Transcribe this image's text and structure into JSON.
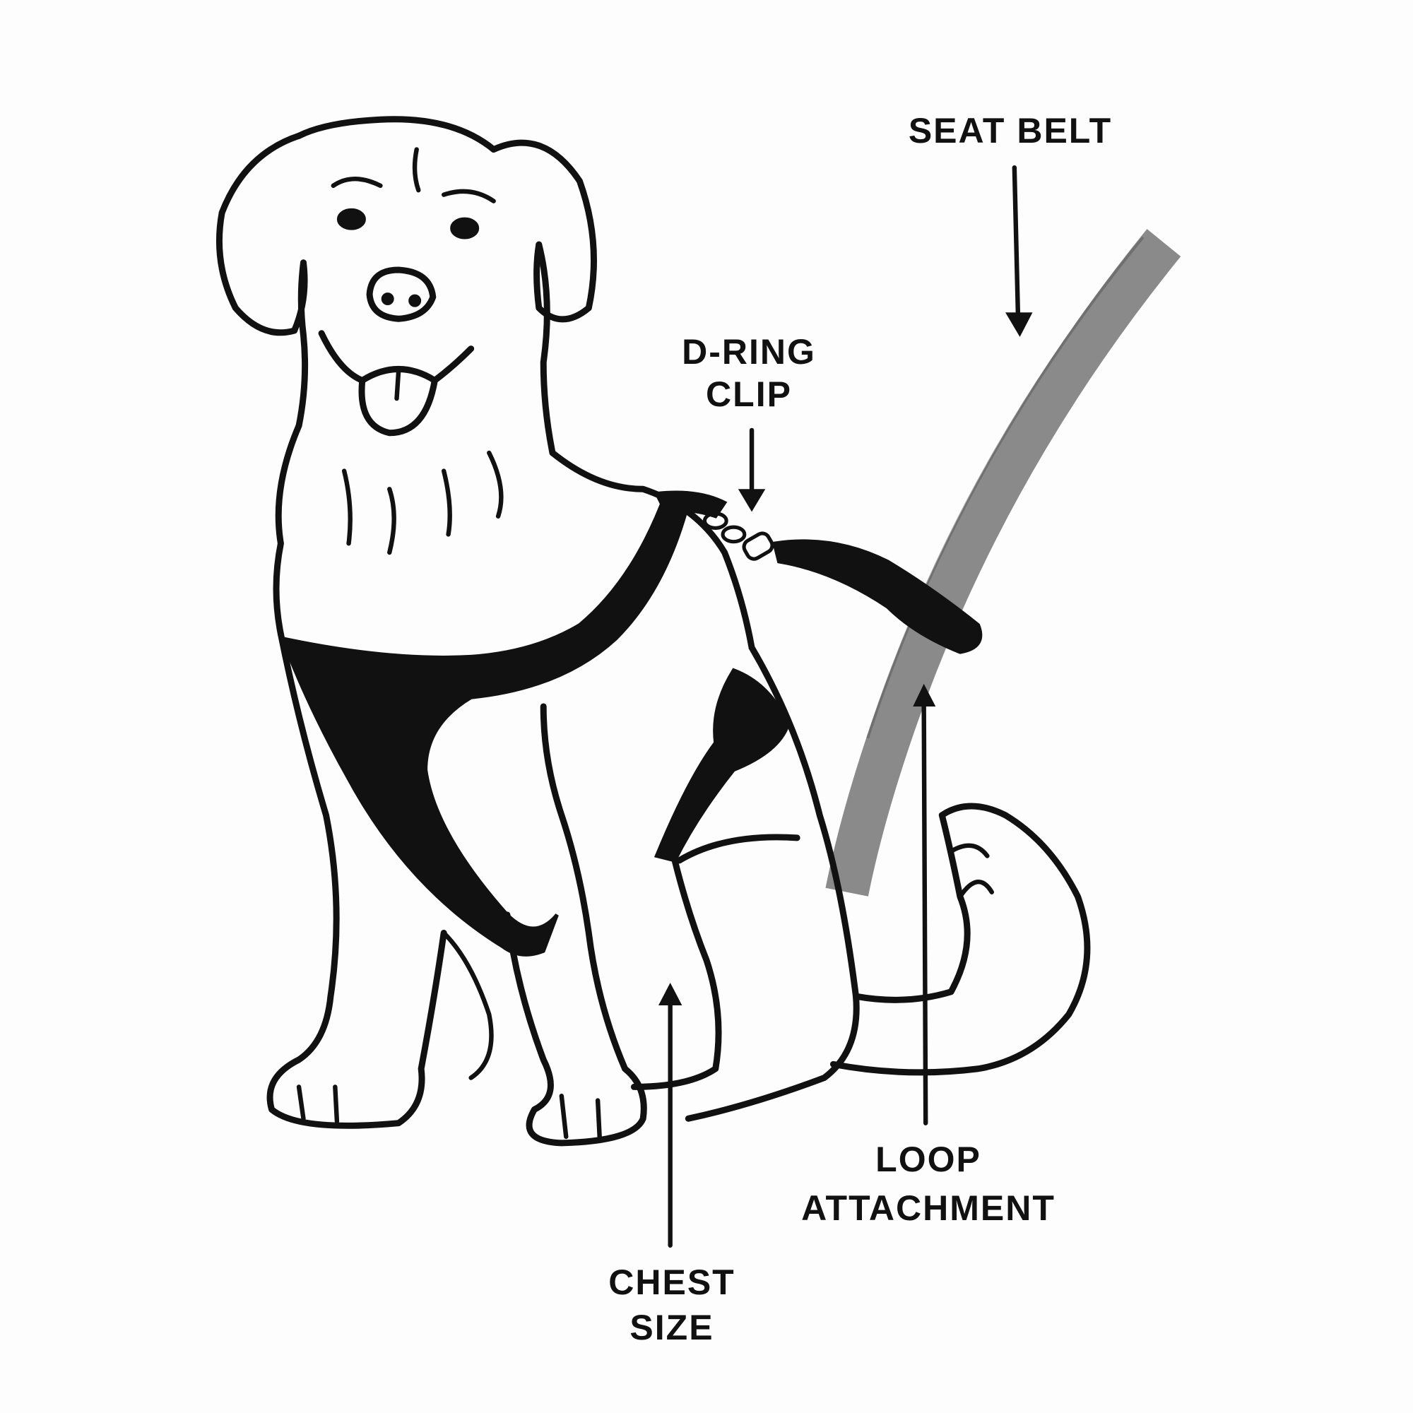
{
  "diagram": {
    "subject": "dog-seat-belt-harness",
    "labels": {
      "seat_belt": "SEAT BELT",
      "d_ring_line1": "D-RING",
      "d_ring_line2": "CLIP",
      "loop_line1": "LOOP",
      "loop_line2": "ATTACHMENT",
      "chest_line1": "CHEST",
      "chest_line2": "SIZE"
    },
    "colors": {
      "ink": "#111111",
      "belt": "#8a8a8a",
      "background": "#fdfdfd"
    }
  }
}
